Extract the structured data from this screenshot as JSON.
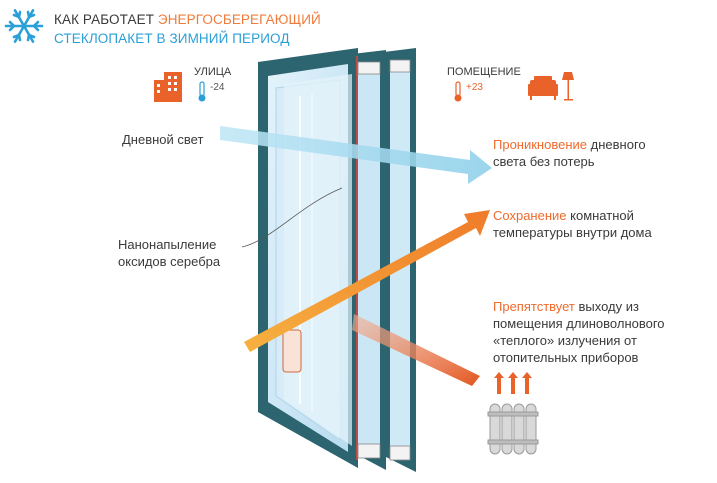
{
  "header": {
    "line1_dark": "КАК РАБОТАЕТ ",
    "line1_orange": "ЭНЕРГОСБЕРЕГАЮЩИЙ",
    "line2_blue": "СТЕКЛОПАКЕТ",
    "line2_dark": " В ЗИМНИЙ ПЕРИОД"
  },
  "outside": {
    "label": "УЛИЦА",
    "temperature": "-24"
  },
  "inside": {
    "label": "ПОМЕЩЕНИЕ",
    "temperature": "+23"
  },
  "left_labels": {
    "daylight": "Дневной свет",
    "coating_line1": "Нанонапыление",
    "coating_line2": "оксидов серебра"
  },
  "right_labels": {
    "penetration_accent": "Проникновение",
    "penetration_rest": " дневного",
    "penetration_line2": "света без потерь",
    "preservation_accent": "Сохранение",
    "preservation_rest": " комнатной",
    "preservation_line2": "температуры внутри дома",
    "prevents_accent": "Препятствует",
    "prevents_rest": " выходу из",
    "prevents_line2": "помещения длиноволнового",
    "prevents_line3": "«теплого» излучения от",
    "prevents_line4": "отопительных приборов"
  },
  "colors": {
    "accent_orange": "#ef6a2c",
    "brand_blue": "#2b9fd7",
    "frame_teal": "#2c6470",
    "glass": "#cfe9f7",
    "light_ray": "#a9dcef",
    "heat_ray": "#f29a2e"
  },
  "icons": [
    "snowflake-icon",
    "building-icon",
    "thermometer-cold-icon",
    "thermometer-warm-icon",
    "sofa-lamp-icon",
    "radiator-icon",
    "heat-arrows-icon"
  ]
}
